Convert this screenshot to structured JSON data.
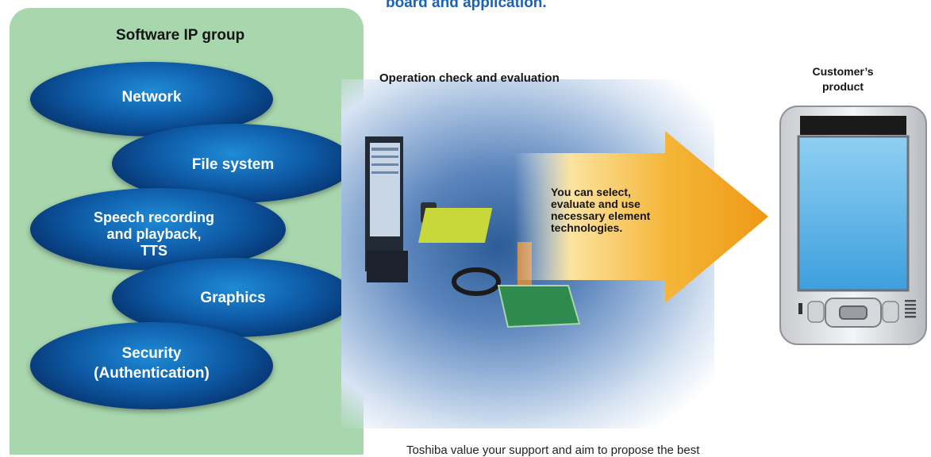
{
  "top_caption": "board and application.",
  "software_ip": {
    "title": "Software IP group",
    "items": [
      "Network",
      "File system",
      "Speech recording\nand playback,\nTTS",
      "Graphics",
      "Security\n(Authentication)"
    ]
  },
  "evaluation": {
    "title": "Operation check and evaluation"
  },
  "arrow": {
    "text": "You can select,\nevaluate and use\nnecessary element\ntechnologies."
  },
  "customer": {
    "title": "Customer’s\nproduct"
  },
  "bottom_text": "Toshiba value your support and aim to propose the best",
  "colors": {
    "panel_green": "#a8d6ad",
    "ellipse_blue": "#0e5aa6",
    "caption_blue": "#1a63b5",
    "arrow_orange": "#f0a21a"
  }
}
